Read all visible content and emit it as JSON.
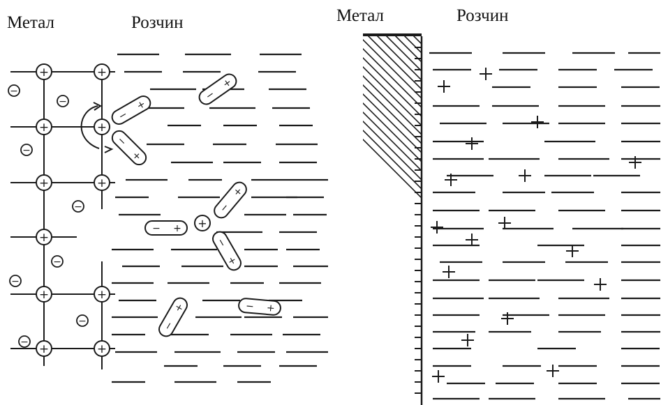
{
  "left_panel": {
    "metal_label": "Метал",
    "solution_label": "Розчин"
  },
  "right_panel": {
    "metal_label": "Метал",
    "solution_label": "Розчин"
  },
  "symbols": {
    "cation": "+",
    "electron": "−"
  },
  "colors": {
    "ink": "#1a1a1a",
    "background": "#ffffff"
  }
}
